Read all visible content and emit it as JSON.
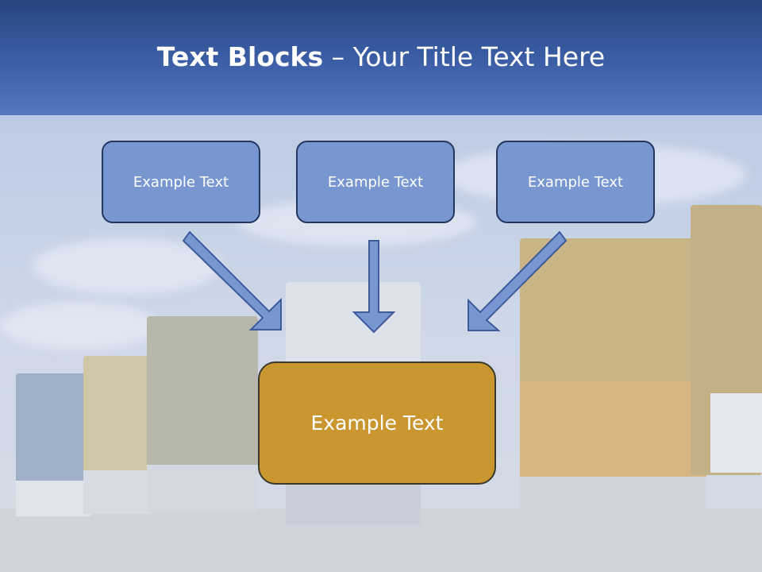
{
  "slide": {
    "title_bold": "Text Blocks",
    "title_sep": " – ",
    "title_rest": "Your Title Text Here"
  },
  "blocks": {
    "top": [
      "Example Text",
      "Example Text",
      "Example Text"
    ],
    "main": "Example Text"
  },
  "colors": {
    "header_top": "#27457f",
    "header_bottom": "#5477c0",
    "box_fill": "#7896d0",
    "main_fill": "#c9962f",
    "arrow_fill": "#7896d0"
  }
}
